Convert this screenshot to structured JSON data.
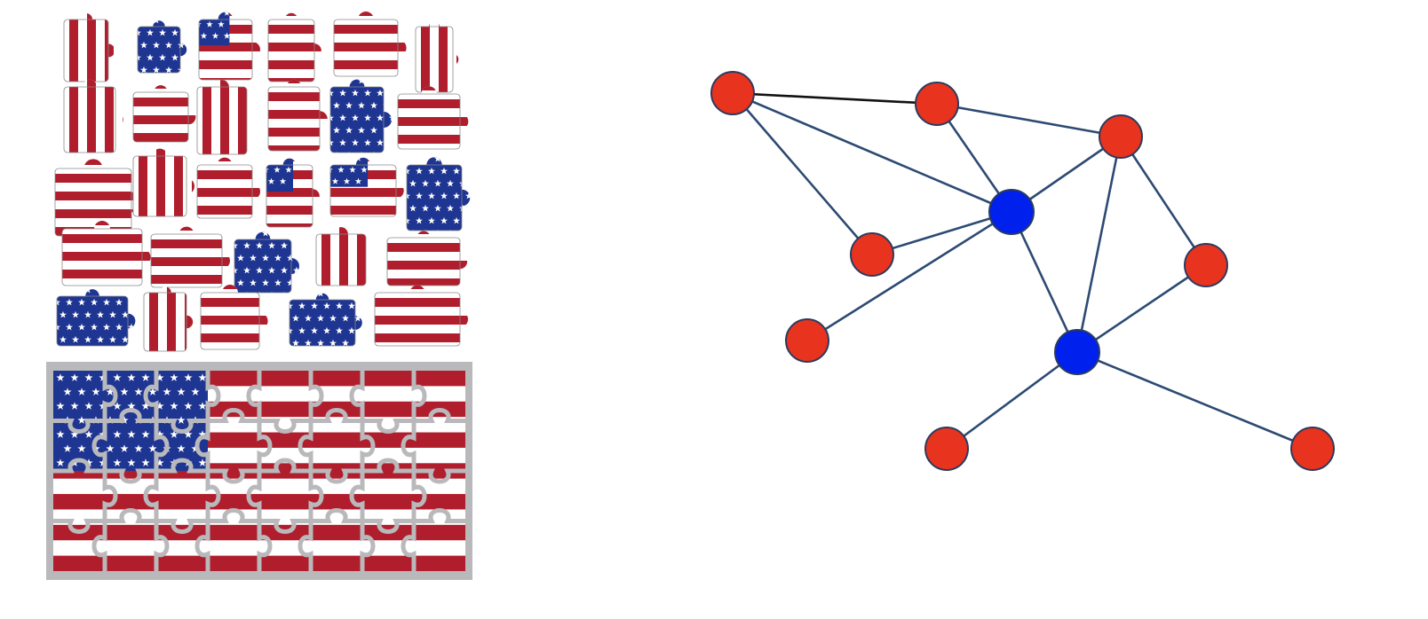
{
  "colors": {
    "stripe_red": "#b01e2d",
    "stripe_white": "#ffffff",
    "canton_blue": "#1e3592",
    "star_white": "#ffffff",
    "piece_outline": "#8a8a8a",
    "tray_gray": "#b9b9bc",
    "node_red": "#e8331e",
    "node_blue": "#0020ee",
    "node_outline": "#2b3b5e",
    "edge_navy": "#2d4a73",
    "edge_black": "#111111"
  },
  "puzzle": {
    "loose_pieces": [
      {
        "pattern": "vstripes"
      },
      {
        "pattern": "stars"
      },
      {
        "pattern": "stars-stripes"
      },
      {
        "pattern": "hstripes"
      },
      {
        "pattern": "hstripes"
      },
      {
        "pattern": "vstripes"
      },
      {
        "pattern": "vstripes"
      },
      {
        "pattern": "hstripes"
      },
      {
        "pattern": "vstripes"
      },
      {
        "pattern": "hstripes"
      },
      {
        "pattern": "stars"
      },
      {
        "pattern": "hstripes"
      },
      {
        "pattern": "hstripes"
      },
      {
        "pattern": "vstripes"
      },
      {
        "pattern": "hstripes"
      },
      {
        "pattern": "stars-stripes"
      },
      {
        "pattern": "stars-stripes"
      },
      {
        "pattern": "stars"
      },
      {
        "pattern": "hstripes"
      },
      {
        "pattern": "hstripes"
      },
      {
        "pattern": "stars"
      },
      {
        "pattern": "vstripes"
      },
      {
        "pattern": "hstripes"
      },
      {
        "pattern": "stars"
      },
      {
        "pattern": "vstripes"
      },
      {
        "pattern": "hstripes"
      },
      {
        "pattern": "stars"
      },
      {
        "pattern": "hstripes"
      }
    ],
    "assembled_flag": {
      "stripes": 13,
      "canton_columns": 3,
      "canton_rows": 2,
      "grid_columns": 8,
      "grid_rows": 4
    }
  },
  "network": {
    "nodes": [
      {
        "id": "n1",
        "type": "red"
      },
      {
        "id": "n2",
        "type": "red"
      },
      {
        "id": "n3",
        "type": "red"
      },
      {
        "id": "h1",
        "type": "blue"
      },
      {
        "id": "n4",
        "type": "red"
      },
      {
        "id": "n5",
        "type": "red"
      },
      {
        "id": "n6",
        "type": "red"
      },
      {
        "id": "h2",
        "type": "blue"
      },
      {
        "id": "n7",
        "type": "red"
      },
      {
        "id": "n8",
        "type": "red"
      }
    ],
    "edges": [
      {
        "from": "n1",
        "to": "n2",
        "style": "black"
      },
      {
        "from": "n1",
        "to": "h1",
        "style": "navy"
      },
      {
        "from": "n1",
        "to": "n4",
        "style": "navy"
      },
      {
        "from": "n2",
        "to": "n3",
        "style": "navy"
      },
      {
        "from": "n2",
        "to": "h1",
        "style": "navy"
      },
      {
        "from": "n3",
        "to": "h1",
        "style": "navy"
      },
      {
        "from": "n3",
        "to": "h2",
        "style": "navy"
      },
      {
        "from": "n3",
        "to": "n6",
        "style": "navy"
      },
      {
        "from": "h1",
        "to": "n4",
        "style": "navy"
      },
      {
        "from": "h1",
        "to": "n5",
        "style": "navy"
      },
      {
        "from": "h1",
        "to": "h2",
        "style": "navy"
      },
      {
        "from": "n6",
        "to": "h2",
        "style": "navy"
      },
      {
        "from": "h2",
        "to": "n7",
        "style": "navy"
      },
      {
        "from": "h2",
        "to": "n8",
        "style": "navy"
      }
    ]
  }
}
